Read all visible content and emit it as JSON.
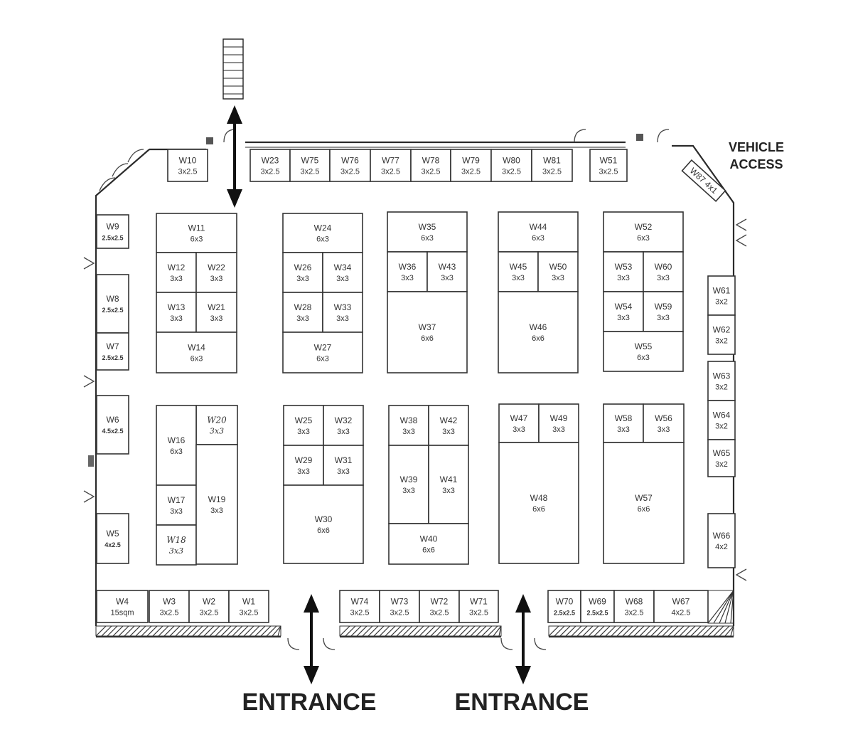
{
  "labels": {
    "vehicle_access_line1": "VEHICLE",
    "vehicle_access_line2": "ACCESS",
    "entrance_left": "ENTRANCE",
    "entrance_right": "ENTRANCE"
  },
  "booths": [
    {
      "id": "W10",
      "size": "3x2.5"
    },
    {
      "id": "W23",
      "size": "3x2.5"
    },
    {
      "id": "W75",
      "size": "3x2.5"
    },
    {
      "id": "W76",
      "size": "3x2.5"
    },
    {
      "id": "W77",
      "size": "3x2.5"
    },
    {
      "id": "W78",
      "size": "3x2.5"
    },
    {
      "id": "W79",
      "size": "3x2.5"
    },
    {
      "id": "W80",
      "size": "3x2.5"
    },
    {
      "id": "W81",
      "size": "3x2.5"
    },
    {
      "id": "W51",
      "size": "3x2.5"
    },
    {
      "id": "W87",
      "size": "4x1"
    },
    {
      "id": "W9",
      "size": "2.5x2.5"
    },
    {
      "id": "W8",
      "size": "2.5x2.5"
    },
    {
      "id": "W7",
      "size": "2.5x2.5"
    },
    {
      "id": "W6",
      "size": "4.5x2.5"
    },
    {
      "id": "W5",
      "size": "4x2.5"
    },
    {
      "id": "W11",
      "size": "6x3"
    },
    {
      "id": "W12",
      "size": "3x3"
    },
    {
      "id": "W22",
      "size": "3x3"
    },
    {
      "id": "W13",
      "size": "3x3"
    },
    {
      "id": "W21",
      "size": "3x3"
    },
    {
      "id": "W14",
      "size": "6x3"
    },
    {
      "id": "W24",
      "size": "6x3"
    },
    {
      "id": "W26",
      "size": "3x3"
    },
    {
      "id": "W34",
      "size": "3x3"
    },
    {
      "id": "W28",
      "size": "3x3"
    },
    {
      "id": "W33",
      "size": "3x3"
    },
    {
      "id": "W27",
      "size": "6x3"
    },
    {
      "id": "W35",
      "size": "6x3"
    },
    {
      "id": "W36",
      "size": "3x3"
    },
    {
      "id": "W43",
      "size": "3x3"
    },
    {
      "id": "W37",
      "size": "6x6"
    },
    {
      "id": "W44",
      "size": "6x3"
    },
    {
      "id": "W45",
      "size": "3x3"
    },
    {
      "id": "W50",
      "size": "3x3"
    },
    {
      "id": "W46",
      "size": "6x6"
    },
    {
      "id": "W52",
      "size": "6x3"
    },
    {
      "id": "W53",
      "size": "3x3"
    },
    {
      "id": "W60",
      "size": "3x3"
    },
    {
      "id": "W54",
      "size": "3x3"
    },
    {
      "id": "W59",
      "size": "3x3"
    },
    {
      "id": "W55",
      "size": "6x3"
    },
    {
      "id": "W61",
      "size": "3x2"
    },
    {
      "id": "W62",
      "size": "3x2"
    },
    {
      "id": "W63",
      "size": "3x2"
    },
    {
      "id": "W64",
      "size": "3x2"
    },
    {
      "id": "W65",
      "size": "3x2"
    },
    {
      "id": "W66",
      "size": "4x2"
    },
    {
      "id": "W20",
      "size": "3x3"
    },
    {
      "id": "W16",
      "size": "6x3"
    },
    {
      "id": "W17",
      "size": "3x3"
    },
    {
      "id": "W18",
      "size": "3x3"
    },
    {
      "id": "W19",
      "size": "3x3"
    },
    {
      "id": "W25",
      "size": "3x3"
    },
    {
      "id": "W32",
      "size": "3x3"
    },
    {
      "id": "W29",
      "size": "3x3"
    },
    {
      "id": "W31",
      "size": "3x3"
    },
    {
      "id": "W30",
      "size": "6x6"
    },
    {
      "id": "W38",
      "size": "3x3"
    },
    {
      "id": "W42",
      "size": "3x3"
    },
    {
      "id": "W39",
      "size": "3x3"
    },
    {
      "id": "W41",
      "size": "3x3"
    },
    {
      "id": "W40",
      "size": "6x6"
    },
    {
      "id": "W47",
      "size": "3x3"
    },
    {
      "id": "W49",
      "size": "3x3"
    },
    {
      "id": "W48",
      "size": "6x6"
    },
    {
      "id": "W58",
      "size": "3x3"
    },
    {
      "id": "W56",
      "size": "3x3"
    },
    {
      "id": "W57",
      "size": "6x6"
    },
    {
      "id": "W4",
      "size": "15sqm"
    },
    {
      "id": "W3",
      "size": "3x2.5"
    },
    {
      "id": "W2",
      "size": "3x2.5"
    },
    {
      "id": "W1",
      "size": "3x2.5"
    },
    {
      "id": "W74",
      "size": "3x2.5"
    },
    {
      "id": "W73",
      "size": "3x2.5"
    },
    {
      "id": "W72",
      "size": "3x2.5"
    },
    {
      "id": "W71",
      "size": "3x2.5"
    },
    {
      "id": "W70",
      "size": "2.5x2.5"
    },
    {
      "id": "W69",
      "size": "2.5x2.5"
    },
    {
      "id": "W68",
      "size": "3x2.5"
    },
    {
      "id": "W67",
      "size": "4x2.5"
    }
  ]
}
